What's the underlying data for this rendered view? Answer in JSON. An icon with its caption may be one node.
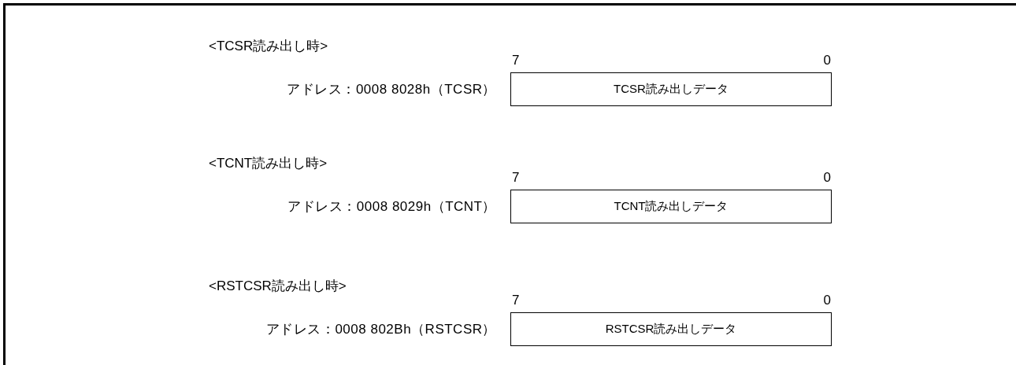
{
  "diagram": {
    "nodes": [
      {
        "text": [
          "TCSR読み出しデータ"
        ],
        "beside": [
          "7",
          "0"
        ]
      },
      {
        "text": [
          "TCNT読み出しデータ"
        ],
        "beside": [
          "7",
          "0"
        ]
      },
      {
        "text": [
          "RSTCSR読み出しデータ"
        ],
        "beside": [
          "7",
          "0"
        ]
      }
    ],
    "labels": [
      "<TCSR読み出し時>",
      "アドレス：0008 8028h（TCSR）",
      "<TCNT読み出し時>",
      "アドレス：0008 8029h（TCNT）",
      "<RSTCSR読み出し時>",
      "アドレス：0008 802Bh（RSTCSR）"
    ]
  }
}
